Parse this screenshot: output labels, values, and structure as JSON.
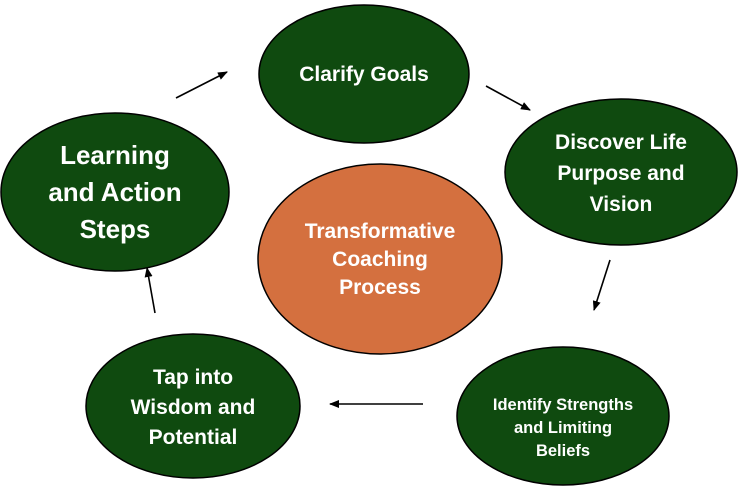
{
  "colors": {
    "node_fill": "#0f4a0f",
    "center_fill": "#d4703f",
    "center_text": "#ffffff",
    "node_text": "#ffffff",
    "arrow": "#000000"
  },
  "center": {
    "lines": [
      "Transformative",
      "Coaching",
      "Process"
    ]
  },
  "steps": {
    "clarify_goals": {
      "lines": [
        "Clarify Goals"
      ]
    },
    "discover_purpose": {
      "lines": [
        "Discover Life",
        "Purpose and",
        "Vision"
      ]
    },
    "identify_strengths": {
      "lines": [
        "Identify Strengths",
        "and Limiting",
        "Beliefs"
      ]
    },
    "tap_wisdom": {
      "lines": [
        "Tap into",
        "Wisdom and",
        "Potential"
      ]
    },
    "learning_action": {
      "lines": [
        "Learning",
        "and Action",
        "Steps"
      ]
    }
  }
}
